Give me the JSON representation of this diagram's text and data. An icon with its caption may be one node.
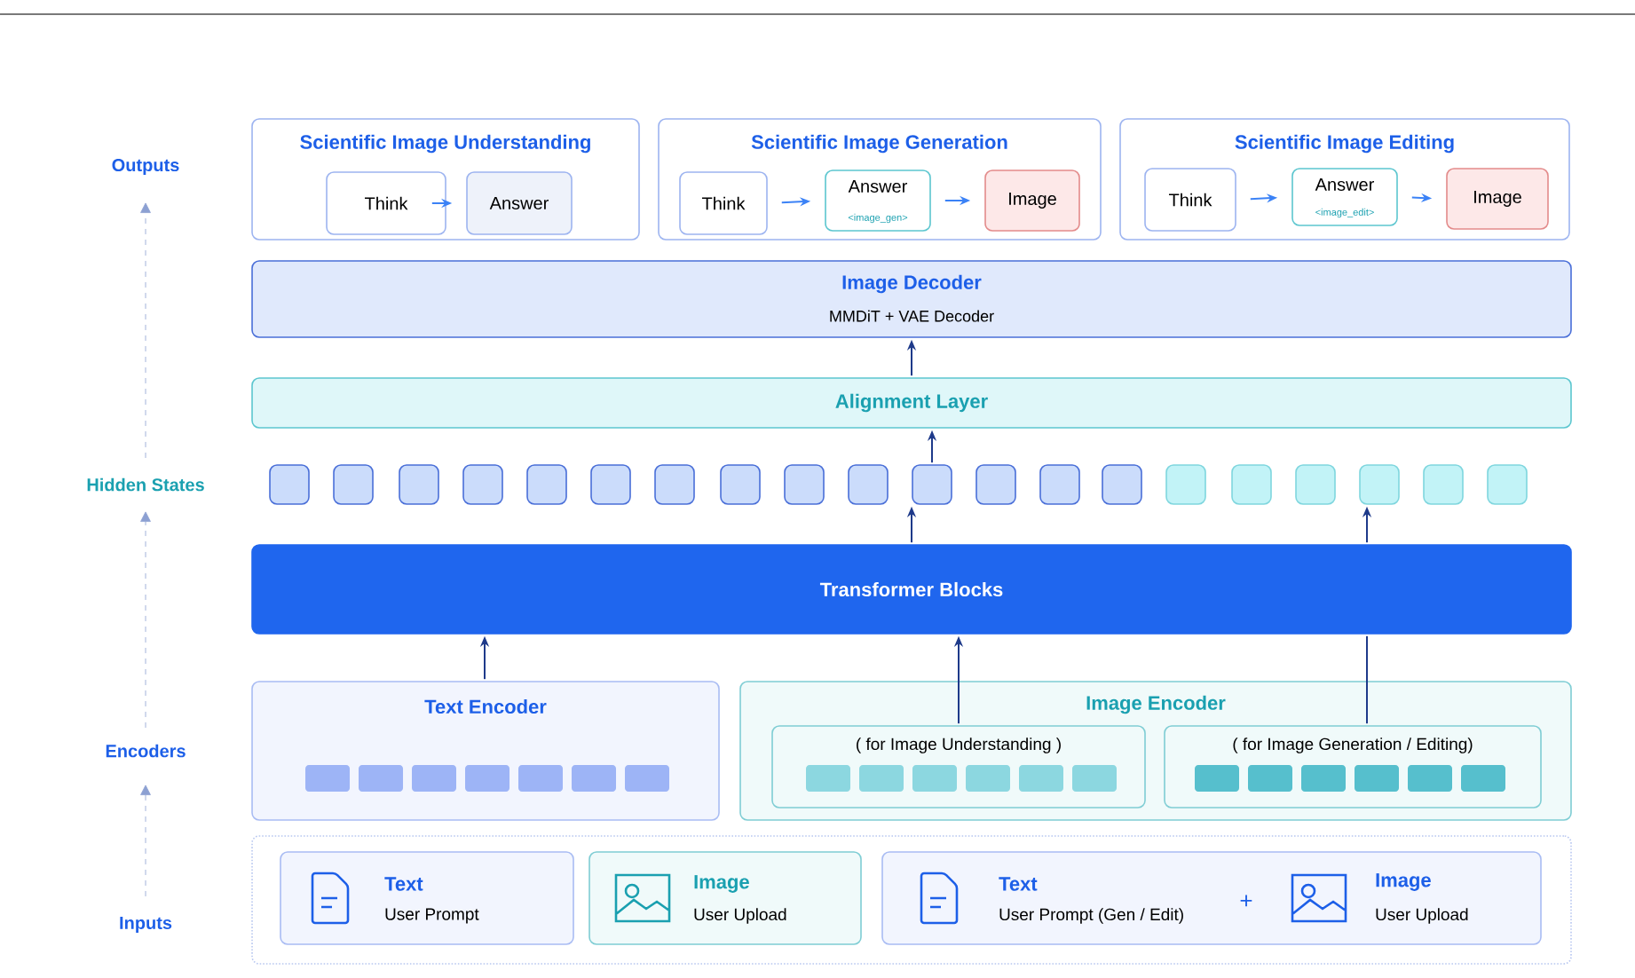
{
  "diagram": {
    "nodes": [
      {
        "text": [
          "Scientific Image Understanding"
        ]
      },
      {
        "text": [
          "Think"
        ],
        "in": 0
      },
      {
        "text": [
          "Answer"
        ],
        "in": 0
      },
      {
        "text": [
          "Scientific Image Generation"
        ]
      },
      {
        "text": [
          "Think"
        ],
        "in": 3
      },
      {
        "text": [
          "Answer",
          "<image_gen>"
        ],
        "in": 3
      },
      {
        "text": [
          "Image"
        ],
        "in": 3
      },
      {
        "text": [
          "Scientific Image Editing"
        ]
      },
      {
        "text": [
          "Think"
        ],
        "in": 7
      },
      {
        "text": [
          "Answer",
          "<image_edit>"
        ],
        "in": 7
      },
      {
        "text": [
          "Image"
        ],
        "in": 7
      },
      {
        "text": [
          "Image Decoder",
          "MMDiT + VAE Decoder"
        ]
      },
      {
        "text": [
          "Alignment Layer"
        ]
      },
      {
        "text": [],
        "shape": "box"
      },
      {
        "text": [],
        "shape": "box"
      },
      {
        "text": [],
        "shape": "box"
      },
      {
        "text": [],
        "shape": "box"
      },
      {
        "text": [],
        "shape": "box"
      },
      {
        "text": [],
        "shape": "box"
      },
      {
        "text": [],
        "shape": "box"
      },
      {
        "text": [],
        "shape": "box"
      },
      {
        "text": [],
        "shape": "box"
      },
      {
        "text": [],
        "shape": "box"
      },
      {
        "text": [],
        "shape": "box"
      },
      {
        "text": [],
        "shape": "box"
      },
      {
        "text": [],
        "shape": "box"
      },
      {
        "text": [],
        "shape": "box"
      },
      {
        "text": [],
        "shape": "box"
      },
      {
        "text": [],
        "shape": "box"
      },
      {
        "text": [],
        "shape": "box"
      },
      {
        "text": [],
        "shape": "box"
      },
      {
        "text": [],
        "shape": "box"
      },
      {
        "text": [],
        "shape": "box"
      },
      {
        "text": [
          "Transformer Blocks"
        ]
      },
      {
        "text": [
          "Text Encoder"
        ]
      },
      {
        "text": [
          "Image Encoder"
        ]
      },
      {
        "text": [
          "( for Image Understanding )"
        ],
        "in": 35
      },
      {
        "text": [
          "( for Image Generation / Editing)"
        ],
        "in": 35
      },
      {
        "text": [],
        "shape": "box"
      },
      {
        "text": [
          "Text",
          "User Prompt"
        ],
        "in": 38
      },
      {
        "text": [
          "Image",
          "User Upload"
        ],
        "in": 38
      },
      {
        "text": [
          "Text",
          "User Prompt (Gen / Edit)",
          "+",
          "Image",
          "User Upload"
        ],
        "in": 38
      }
    ],
    "edges": [
      {
        "from": 1,
        "to": 2,
        "arrow": "to",
        "color": "#3b82f6"
      },
      {
        "from": 4,
        "to": 5,
        "arrow": "to",
        "color": "#3b82f6"
      },
      {
        "from": 5,
        "to": 6,
        "arrow": "to",
        "color": "#3b82f6"
      },
      {
        "from": 8,
        "to": 9,
        "arrow": "to",
        "color": "#3b82f6"
      },
      {
        "from": 9,
        "to": 10,
        "arrow": "to",
        "color": "#3b82f6"
      },
      {
        "from": 12,
        "to": 11,
        "arrow": "to",
        "color": "#1e3a8a"
      },
      {
        "from": 23,
        "to": 12,
        "arrow": "to",
        "color": "#1e3a8a"
      },
      {
        "from": 33,
        "to": 23,
        "arrow": "to",
        "color": "#1e3a8a"
      },
      {
        "from": 34,
        "to": 33,
        "arrow": "to",
        "color": "#1e3a8a"
      },
      {
        "from": 36,
        "to": 33,
        "arrow": "to",
        "color": "#1e3a8a"
      },
      {
        "from": 37,
        "to": 33,
        "arrow": "none",
        "color": "#1e3a8a"
      },
      {
        "from": 33,
        "to": 30,
        "arrow": "to",
        "color": "#1e3a8a"
      }
    ],
    "labels": [
      "Outputs",
      "Hidden States",
      "Encoders",
      "Inputs"
    ]
  }
}
